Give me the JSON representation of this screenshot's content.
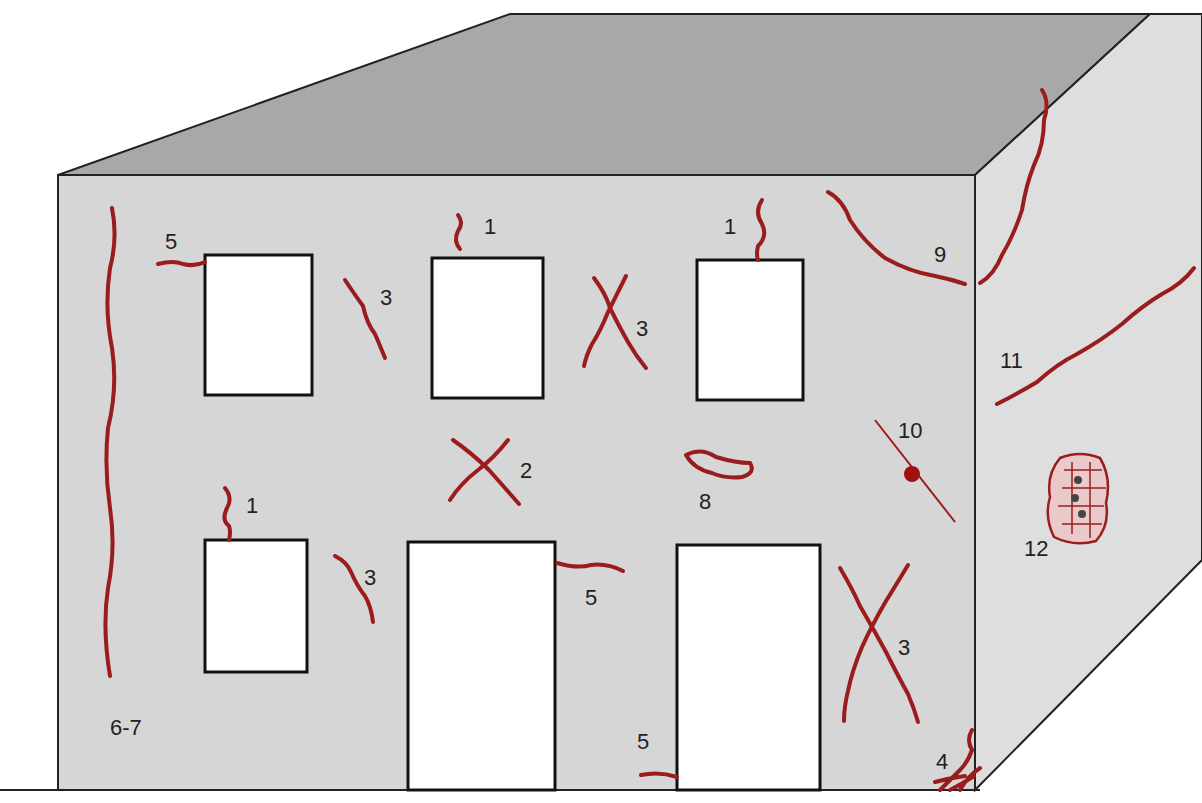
{
  "diagram": {
    "labels": [
      "5",
      "1",
      "1",
      "3",
      "3",
      "9",
      "11",
      "10",
      "2",
      "8",
      "1",
      "12",
      "3",
      "5",
      "3",
      "6-7",
      "5",
      "4"
    ]
  }
}
